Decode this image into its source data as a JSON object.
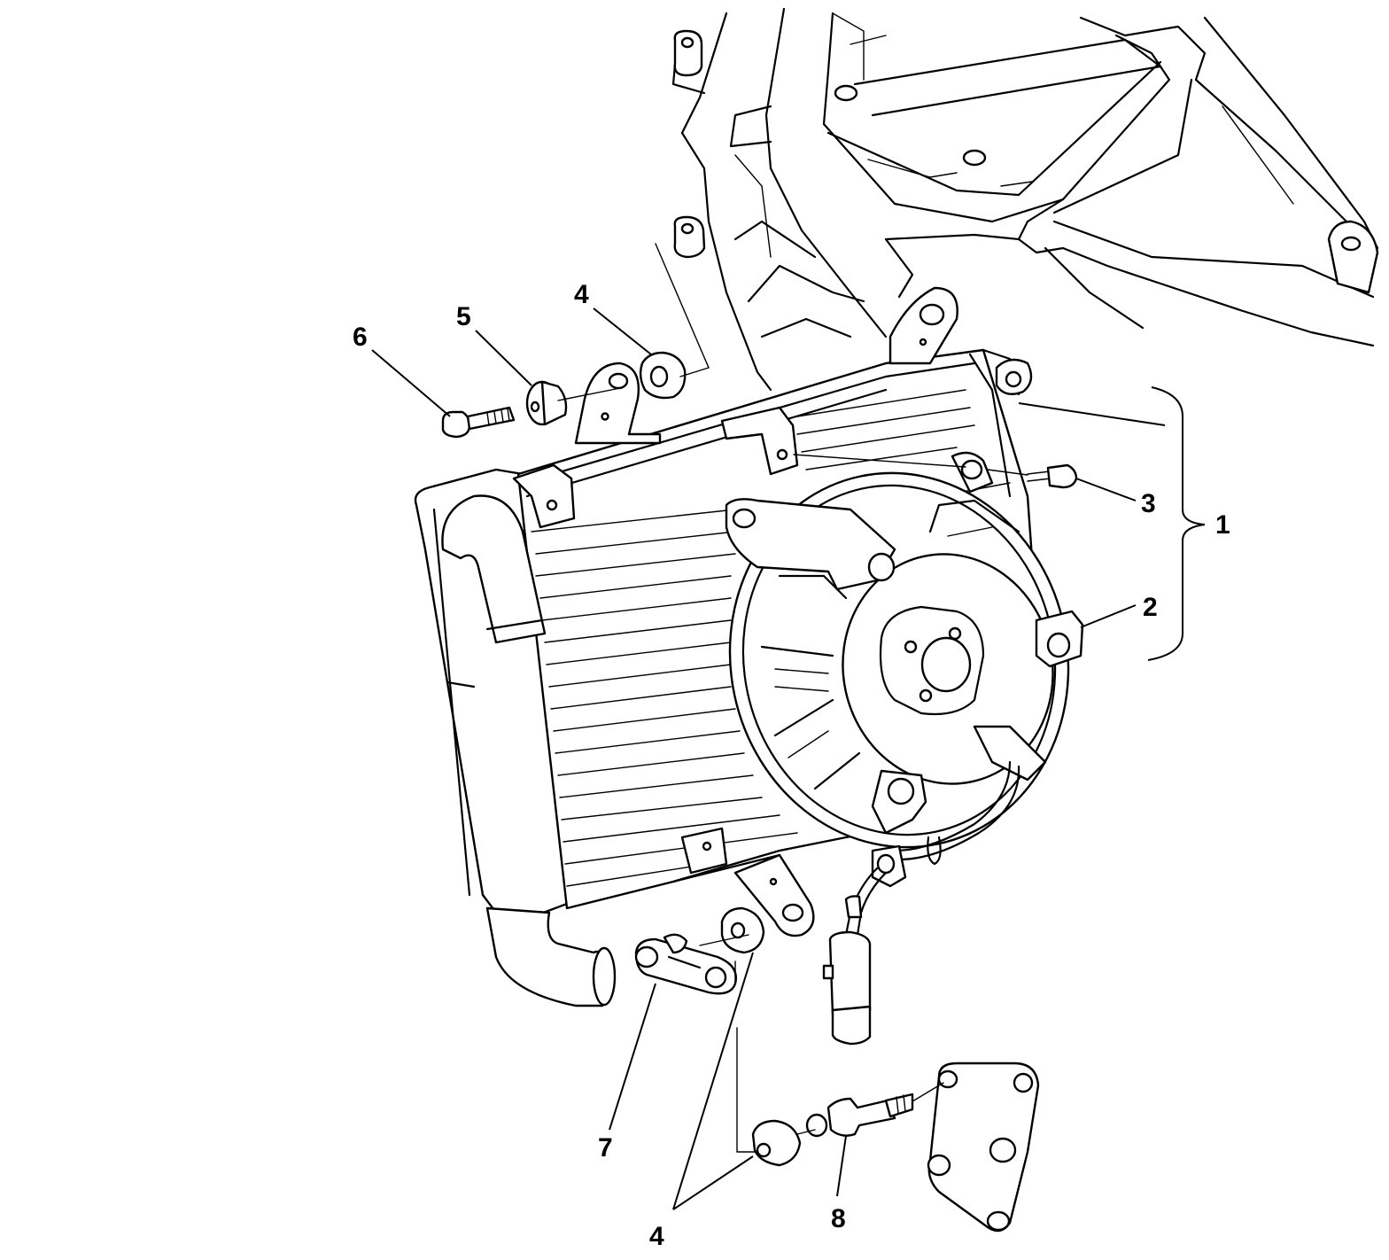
{
  "callouts": [
    {
      "label": "1"
    },
    {
      "label": "2"
    },
    {
      "label": "3"
    },
    {
      "label": "4"
    },
    {
      "label": "4"
    },
    {
      "label": "5"
    },
    {
      "label": "6"
    },
    {
      "label": "7"
    },
    {
      "label": "8"
    }
  ]
}
